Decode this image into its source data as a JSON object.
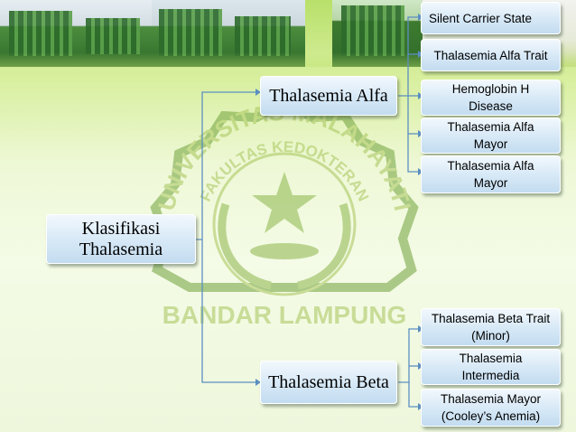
{
  "root": {
    "label": "Klasifikasi Thalasemia"
  },
  "branches": [
    {
      "label": "Thalasemia Alfa",
      "children": [
        "Silent Carrier State",
        "Thalasemia Alfa Trait",
        "Hemoglobin H Disease",
        "Thalasemia Alfa Mayor",
        "Thalasemia Alfa Mayor"
      ]
    },
    {
      "label": "Thalasemia Beta",
      "children": [
        "Thalasemia Beta Trait (Minor)",
        "Thalasemia Intermedia",
        "Thalasemia Mayor (Cooley’s Anemia)"
      ]
    }
  ],
  "watermark": {
    "arc_text": "UNIVERSITAS MALAHAYATI",
    "inner_text": "FAKULTAS KEDOKTERAN",
    "bottom_text": "BANDAR LAMPUNG"
  },
  "colors": {
    "connector": "#5b8fc2",
    "box_border": "#ffffff",
    "seal": "#6fa23a"
  }
}
